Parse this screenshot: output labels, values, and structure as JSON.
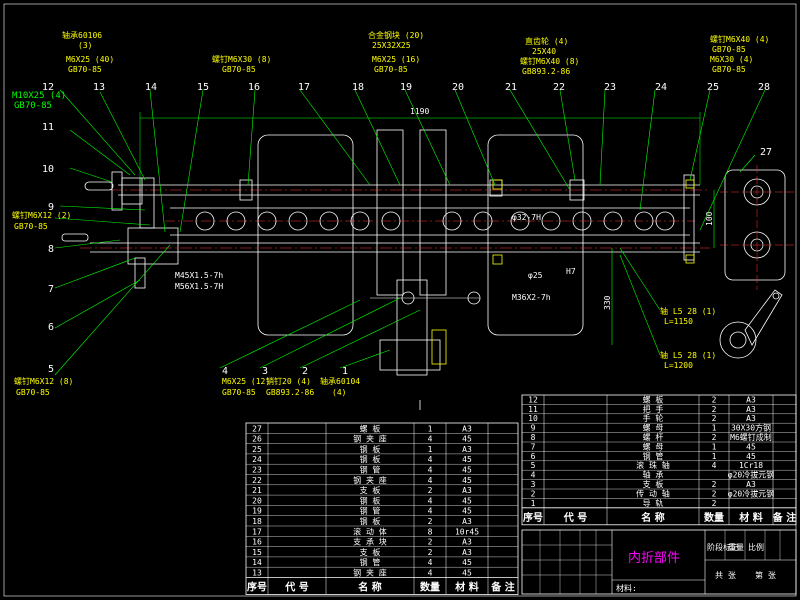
{
  "part_labels": [
    "1",
    "2",
    "3",
    "4",
    "5",
    "6",
    "7",
    "8",
    "9",
    "10",
    "11",
    "12",
    "13",
    "14",
    "15",
    "16",
    "17",
    "18",
    "19",
    "20",
    "21",
    "22",
    "23",
    "24",
    "25",
    "27",
    "28"
  ],
  "callouts": [
    {
      "id": "c12",
      "lines": [
        "M10X25 (4)",
        "GB70-85"
      ]
    },
    {
      "id": "c9",
      "lines": [
        "螺钉M6X12 (2)",
        "GB70-85"
      ]
    },
    {
      "id": "c5",
      "lines": [
        "螺钉M6X12 (8)",
        "GB70-85"
      ]
    },
    {
      "id": "c13",
      "lines": [
        "轴承60106",
        "(3)",
        "M6X25 (40)",
        "GB70-85"
      ]
    },
    {
      "id": "c16",
      "lines": [
        "螺钉M6X30 (8)",
        "GB70-85"
      ]
    },
    {
      "id": "c18",
      "lines": [
        "合金钢块 (20)",
        "25X32X25",
        "M6X25 (16)",
        "GB70-85"
      ]
    },
    {
      "id": "c22",
      "lines": [
        "直齿轮 (4)",
        "25X40",
        "螺钉M6X40 (8)",
        "GB893.2-86"
      ]
    },
    {
      "id": "c25",
      "lines": [
        "螺钉M6X40 (4)",
        "GB70-85",
        "M6X30 (4)",
        "GB70-85"
      ]
    },
    {
      "id": "c3",
      "lines": [
        "M6X25 (12)",
        "GB70-85"
      ]
    },
    {
      "id": "c2",
      "lines": [
        "销钉20 (4)",
        "GB893.2-86"
      ]
    },
    {
      "id": "c1",
      "lines": [
        "轴承60104",
        "(4)"
      ]
    },
    {
      "id": "c24a",
      "lines": [
        "轴 L5 28 (1)",
        "L=1150"
      ]
    },
    {
      "id": "c24b",
      "lines": [
        "轴 L5 28 (1)",
        "L=1200"
      ]
    }
  ],
  "dimensions": {
    "overall_length": "1190",
    "height_right": "100",
    "height_mid": "330",
    "phi32": "φ32-7H",
    "phi25": "φ25",
    "fit_h7": "H7",
    "thread_m36": "M36X2-7h",
    "thread_m45": "M45X1.5-7h",
    "thread_m56": "M56X1.5-7H"
  },
  "bom_left": {
    "header": [
      "序号",
      "代  号",
      "名    称",
      "数量",
      "材  料",
      "备  注"
    ],
    "rows": [
      [
        "27",
        "",
        "螺    板",
        "1",
        "A3",
        ""
      ],
      [
        "26",
        "",
        "钢 夹 座",
        "4",
        "45",
        ""
      ],
      [
        "25",
        "",
        "钢    板",
        "1",
        "A3",
        ""
      ],
      [
        "24",
        "",
        "钢    板",
        "4",
        "45",
        ""
      ],
      [
        "23",
        "",
        "钢    管",
        "4",
        "45",
        ""
      ],
      [
        "22",
        "",
        "钢 夹 座",
        "4",
        "45",
        ""
      ],
      [
        "21",
        "",
        "支    板",
        "2",
        "A3",
        ""
      ],
      [
        "20",
        "",
        "钢    板",
        "4",
        "45",
        ""
      ],
      [
        "19",
        "",
        "钢    管",
        "4",
        "45",
        ""
      ],
      [
        "18",
        "",
        "钢    板",
        "2",
        "A3",
        ""
      ],
      [
        "17",
        "",
        "滚 动 体",
        "8",
        "10r45",
        ""
      ],
      [
        "16",
        "",
        "支 承 块",
        "2",
        "A3",
        ""
      ],
      [
        "15",
        "",
        "支    板",
        "2",
        "A3",
        ""
      ],
      [
        "14",
        "",
        "钢    管",
        "4",
        "45",
        ""
      ],
      [
        "13",
        "",
        "钢 夹 座",
        "4",
        "45",
        ""
      ]
    ]
  },
  "bom_right": {
    "header": [
      "序号",
      "代  号",
      "名    称",
      "数量",
      "材  料",
      "备  注"
    ],
    "rows": [
      [
        "12",
        "",
        "螺    板",
        "2",
        "A3",
        ""
      ],
      [
        "11",
        "",
        "把    手",
        "2",
        "A3",
        ""
      ],
      [
        "10",
        "",
        "手    轮",
        "2",
        "A3",
        ""
      ],
      [
        "9",
        "",
        "螺    母",
        "1",
        "30X30方钢",
        ""
      ],
      [
        "8",
        "",
        "螺    杆",
        "2",
        "M6螺钉成制",
        ""
      ],
      [
        "7",
        "",
        "螺    母",
        "1",
        "45",
        ""
      ],
      [
        "6",
        "",
        "钢    管",
        "1",
        "45",
        ""
      ],
      [
        "5",
        "",
        "滚 珠 轴",
        "4",
        "1Cr18",
        ""
      ],
      [
        "4",
        "",
        "轴    承",
        "",
        "φ20冷拔元钢",
        ""
      ],
      [
        "3",
        "",
        "支    板",
        "2",
        "A3",
        ""
      ],
      [
        "2",
        "",
        "传 动 轴",
        "2",
        "φ20冷拔元钢",
        ""
      ],
      [
        "1",
        "",
        "导    轨",
        "2",
        "",
        ""
      ]
    ]
  },
  "title_block": {
    "title": "内折部件",
    "material_label": "材料:",
    "mini_labels": [
      "阶段标记",
      "重量",
      "比例",
      "共  张",
      "第  张"
    ]
  }
}
